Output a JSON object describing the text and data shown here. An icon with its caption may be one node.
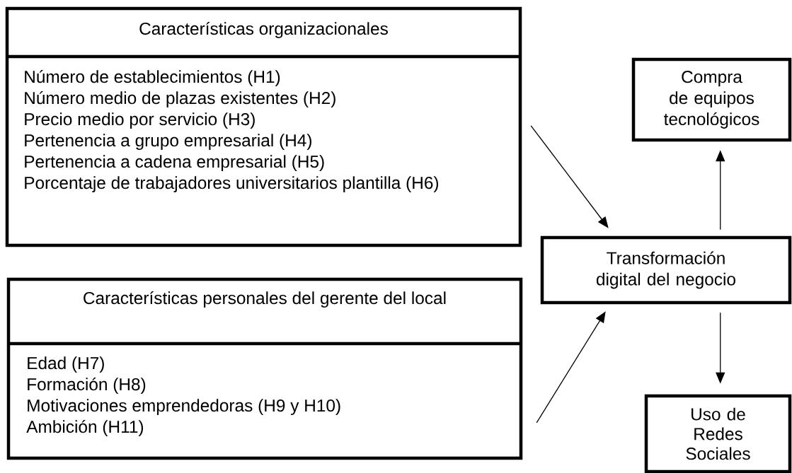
{
  "diagram": {
    "nodes": [
      {
        "text": [
          "Características organizacionales",
          "Número de establecimientos (H1)",
          "Número medio de plazas existentes (H2)",
          "Precio medio por servicio (H3)",
          "Pertenencia a grupo empresarial (H4)",
          "Pertenencia a cadena empresarial (H5)",
          "Porcentaje de trabajadores universitarios plantilla (H6)"
        ]
      },
      {
        "text": [
          "Características personales del gerente del local",
          "Edad (H7)",
          "Formación (H8)",
          "Motivaciones emprendedoras (H9 y H10)",
          "Ambición (H11)"
        ]
      },
      {
        "text": [
          "Transformación digital del negocio"
        ]
      },
      {
        "text": [
          "Compra de equipos tecnológicos"
        ]
      },
      {
        "text": [
          "Uso de Redes Sociales"
        ]
      }
    ],
    "edges": [
      {
        "from": 0,
        "to": 2,
        "arrow": "to"
      },
      {
        "from": 1,
        "to": 2,
        "arrow": "to"
      },
      {
        "from": 2,
        "to": 3,
        "arrow": "to"
      },
      {
        "from": 2,
        "to": 4,
        "arrow": "to"
      }
    ]
  }
}
